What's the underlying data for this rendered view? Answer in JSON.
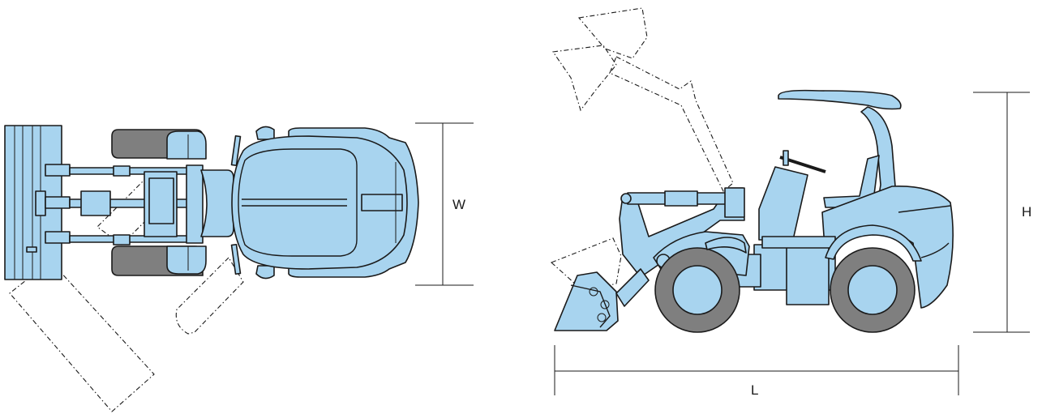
{
  "dimensions": {
    "width_label": "W",
    "height_label": "H",
    "length_label": "L"
  },
  "colors": {
    "body": "#a8d4ef",
    "tire": "#7f7f7f",
    "outline": "#1a1a1a"
  }
}
